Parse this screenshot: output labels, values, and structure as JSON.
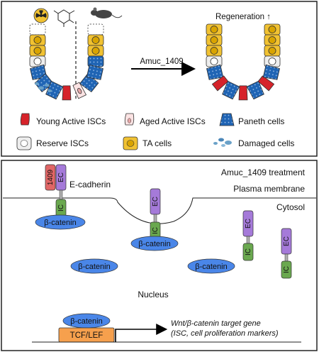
{
  "top_panel": {
    "arrow_label": "Amuc_1409",
    "regeneration_label": "Regeneration ↑",
    "legend": [
      {
        "icon": "young-active-isc-icon",
        "label": "Young Active ISCs",
        "color": "#d6232a"
      },
      {
        "icon": "aged-active-isc-icon",
        "label": "Aged Active ISCs",
        "color": "#f2c9c9"
      },
      {
        "icon": "paneth-cell-icon",
        "label": "Paneth cells",
        "color": "#1f64b4"
      },
      {
        "icon": "reserve-isc-icon",
        "label": "Reserve ISCs",
        "color": "#e6e6e6"
      },
      {
        "icon": "ta-cell-icon",
        "label": "TA cells",
        "color": "#f1c232"
      },
      {
        "icon": "damaged-cell-icon",
        "label": "Damaged cells",
        "color": "#6aa1c8"
      }
    ]
  },
  "bottom_panel": {
    "treatment_label": "Amuc_1409 treatment",
    "membrane_label": "Plasma membrane",
    "cytosol_label": "Cytosol",
    "nucleus_label": "Nucleus",
    "amuc_tag": "1409",
    "ec_label": "EC",
    "ic_label": "IC",
    "ecadherin_label": "E-cadherin",
    "beta_catenin_label": "β-catenin",
    "tcf_label": "TCF/LEF",
    "target_gene_line1": "Wnt/β-catenin target gene",
    "target_gene_line2": "(ISC, cell proliferation markers)"
  },
  "colors": {
    "yellow": "#f1c232",
    "blue": "#1f64b4",
    "red": "#d6232a",
    "purple": "#9b59d0",
    "green": "#6aa84f",
    "beta_catenin": "#4a86e8",
    "tcf": "#f6a04d",
    "amuc": "#e06666"
  }
}
